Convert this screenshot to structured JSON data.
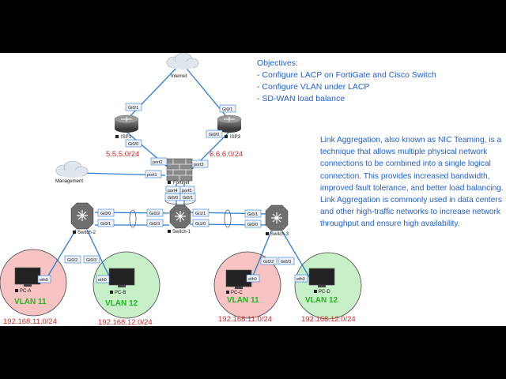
{
  "objectives": {
    "title": "Objectives:",
    "items": [
      "- Configure LACP on FortiGate and Cisco Switch",
      "- Configure VLAN under LACP",
      "- SD-WAN load balance"
    ]
  },
  "description": "Link Aggregation, also known as NIC Teaming, is a technique that allows multiple physical network connections to be combined into a single logical connection. This provides increased bandwidth, improved fault tolerance, and better load balancing. Link Aggregation is commonly used in data centers and other high-traffic networks to increase network throughput and ensure high availability.",
  "clouds": {
    "internet": "Internet",
    "management": "Management"
  },
  "devices": {
    "isp1": "ISP1",
    "isp3": "ISP3",
    "fortinet": "Fortinet",
    "switch1": "Switch-1",
    "switch2": "Switch-2",
    "switch3": "Switch-3",
    "pca": "PC-A",
    "pcb": "PC-B",
    "pcc": "PC-C",
    "pcd": "PC-D"
  },
  "ports": {
    "isp1_top": "Gi0/1",
    "isp1_bottom": "Gi0/0",
    "isp3_top": "Gi0/1",
    "isp3_bottom": "Gi0/0",
    "fg_port2": "port2",
    "fg_port3": "port3",
    "fg_port1": "port1",
    "fg_port4": "port4",
    "fg_port5": "port5",
    "sw1_top_a": "Gi0/0",
    "sw1_top_b": "Gi0/1",
    "sw1_left_a": "Gi0/2",
    "sw1_left_b": "Gi0/3",
    "sw1_right_a": "Gi1/1",
    "sw1_right_b": "Gi1/0",
    "sw2_a": "Gi0/0",
    "sw2_b": "Gi0/1",
    "sw2_c": "Gi0/2",
    "sw2_d": "Gi0/3",
    "sw3_a": "Gi0/1",
    "sw3_b": "Gi0/0",
    "sw3_c": "Gi0/2",
    "sw3_d": "Gi0/3",
    "eth0": "eth0"
  },
  "networks": {
    "isp1": "5.5.5.0/24",
    "isp3": "6.6.6.0/24",
    "vlan11_a": "192.168.11.0/24",
    "vlan12_a": "192.168.12.0/24",
    "vlan11_b": "192.168.11.0/24",
    "vlan12_b": "192.168.12.0/24"
  },
  "vlans": {
    "v11": "VLAN 11",
    "v12": "VLAN 12"
  },
  "colors": {
    "link": "#2b7bd6",
    "text_blue": "#1f5fd6",
    "net_red": "#d42a2a",
    "vlan_green": "#22b522",
    "zone_red": "#f7c3c3",
    "zone_green": "#c8f0c8"
  }
}
